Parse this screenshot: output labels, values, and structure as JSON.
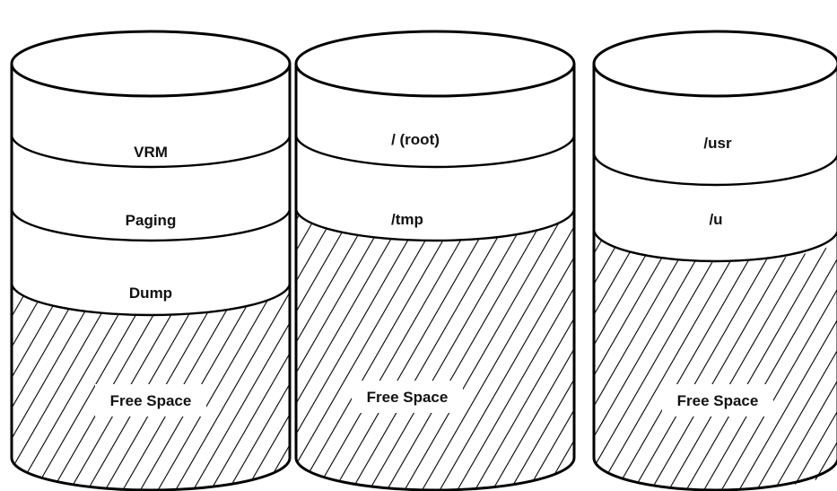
{
  "disks": [
    {
      "id": "disk-1",
      "partitions": [
        {
          "label": "VRM"
        },
        {
          "label": "Paging"
        },
        {
          "label": "Dump"
        }
      ],
      "free_space_label": "Free Space"
    },
    {
      "id": "disk-2",
      "partitions": [
        {
          "label": "/ (root)"
        },
        {
          "label": "/tmp"
        }
      ],
      "free_space_label": "Free Space"
    },
    {
      "id": "disk-3",
      "partitions": [
        {
          "label": "/usr"
        },
        {
          "label": "/u"
        }
      ],
      "free_space_label": "Free Space"
    }
  ]
}
